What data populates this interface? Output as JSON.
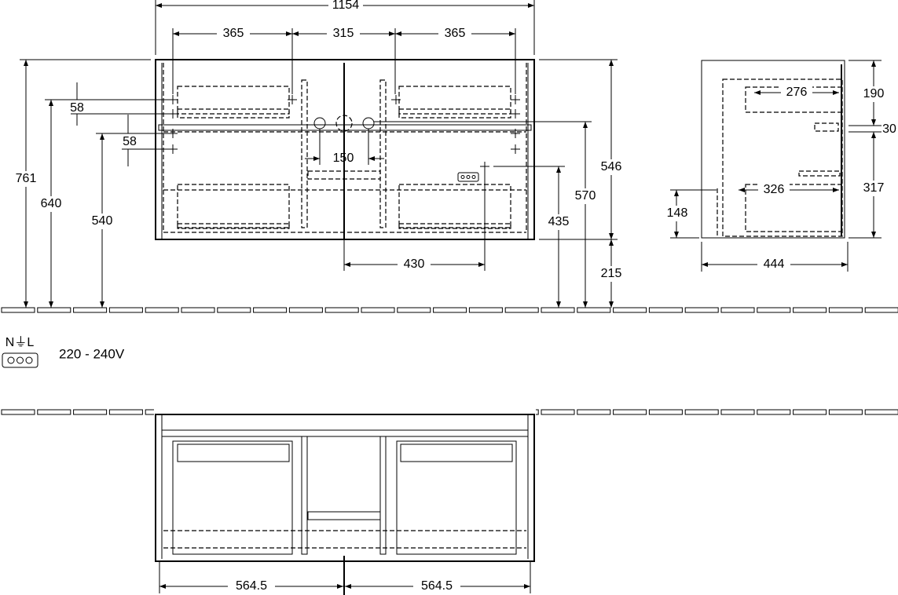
{
  "front_view": {
    "width_total": "1154",
    "spacing_left": "365",
    "spacing_middle": "315",
    "spacing_right": "365",
    "height_total": "761",
    "height_upper_fixing": "640",
    "height_lower_fixing": "540",
    "offset_upper": "58",
    "offset_lower": "58",
    "tap_spacing": "150",
    "cabinet_height": "546",
    "drain_height": "570",
    "socket_height": "435",
    "socket_offset": "430",
    "floor_clearance": "215"
  },
  "side_view": {
    "top_offset": "190",
    "drain_gap": "30",
    "lower_height": "317",
    "upper_drawer_depth": "276",
    "lower_drawer_depth": "326",
    "plinth_height": "148",
    "depth_total": "444"
  },
  "electrical": {
    "symbol": "N⏚L",
    "voltage": "220 - 240V"
  },
  "plan_view": {
    "half_left": "564.5",
    "half_right": "564.5"
  }
}
